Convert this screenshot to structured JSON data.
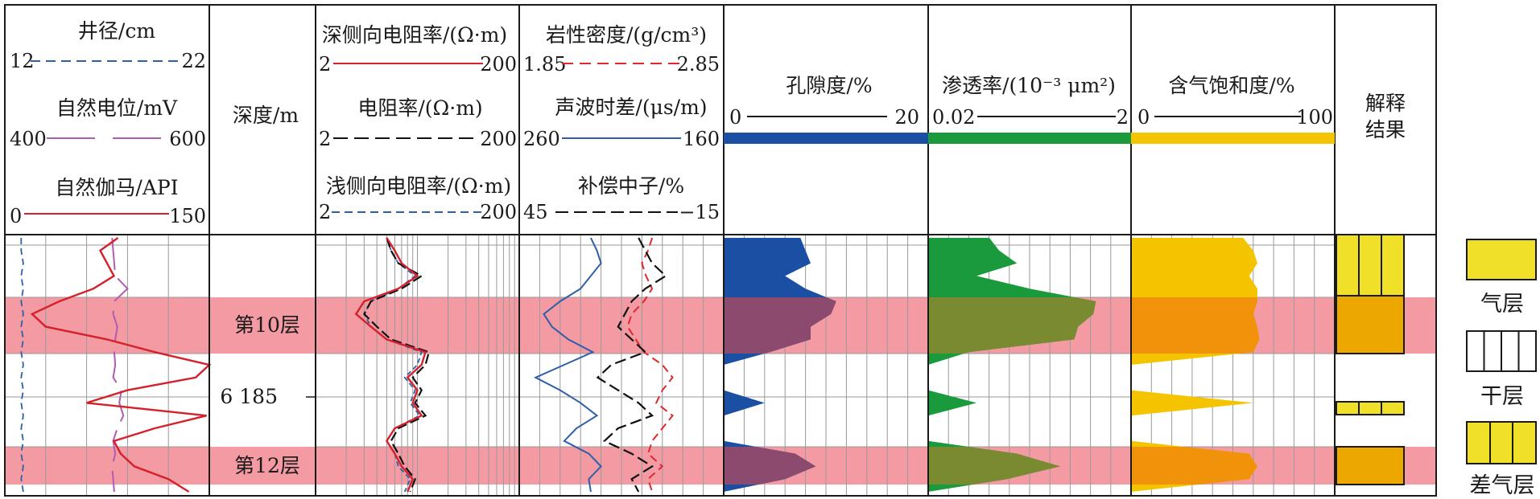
{
  "tracks": {
    "t1": {
      "curves": [
        {
          "name": "井径/cm",
          "min": "12",
          "max": "22",
          "color": "#2f5fa8",
          "dash": "dashed"
        },
        {
          "name": "自然电位/mV",
          "min": "400",
          "max": "600",
          "color": "#b05cb0",
          "dash": "long-dash"
        },
        {
          "name": "自然伽马/API",
          "min": "0",
          "max": "150",
          "color": "#d4212b",
          "dash": "solid"
        }
      ]
    },
    "depth": {
      "title": "深度/m",
      "marker_depth": "6 185"
    },
    "t3": {
      "curves": [
        {
          "name": "深侧向电阻率/(Ω·m)",
          "min": "2",
          "max": "200",
          "color": "#d4212b",
          "dash": "solid"
        },
        {
          "name": "电阻率/(Ω·m)",
          "min": "2",
          "max": "200",
          "color": "#111111",
          "dash": "long-dash"
        },
        {
          "name": "浅侧向电阻率/(Ω·m)",
          "min": "2",
          "max": "200",
          "color": "#2f5fa8",
          "dash": "dashed"
        }
      ]
    },
    "t4": {
      "curves": [
        {
          "name": "岩性密度/(g/cm³)",
          "min": "1.85",
          "max": "2.85",
          "color": "#e0282e",
          "dash": "dashed"
        },
        {
          "name": "声波时差/(μs/m)",
          "min": "260",
          "max": "160",
          "color": "#2f5fa8",
          "dash": "solid"
        },
        {
          "name": "补偿中子/%",
          "min": "45",
          "max": "−15",
          "color": "#111111",
          "dash": "long-dash"
        }
      ]
    },
    "t5": {
      "name": "孔隙度/%",
      "min": "0",
      "max": "20",
      "color": "#1a4fa3"
    },
    "t6": {
      "name": "渗透率/(10⁻³ μm²)",
      "min": "0.02",
      "max": "2",
      "color": "#1a9a3c"
    },
    "t7": {
      "name": "含气饱和度/%",
      "min": "0",
      "max": "100",
      "color": "#f5c400"
    },
    "t8": {
      "name": "解释结果"
    }
  },
  "layers": [
    {
      "label": "第10层"
    },
    {
      "label": "第12层"
    }
  ],
  "legend": [
    {
      "label": "气层"
    },
    {
      "label": "干层"
    },
    {
      "label": "差气层"
    }
  ],
  "colors": {
    "highlight": "#f39aa3",
    "gas_zone": "#f0e028",
    "gas_zone_overlay": "#eda800",
    "porosity_overlay": "#8b4a6e",
    "permeability_overlay": "#7a8a30",
    "saturation_overlay": "#f0920a"
  },
  "chart_data": {
    "type": "well-log",
    "depth_marker": 6185,
    "curves": {
      "井径/cm": {
        "range": [
          12,
          22
        ],
        "values": [
          12.8,
          12.8,
          12.9,
          12.8,
          12.9,
          12.8,
          12.9,
          12.8,
          12.9,
          12.8,
          12.9,
          12.8,
          12.9,
          12.8,
          12.9,
          12.8,
          12.9,
          12.8,
          12.9,
          12.8,
          12.9
        ]
      },
      "自然电位/mV": {
        "range": [
          400,
          600
        ],
        "values": [
          505,
          506,
          507,
          508,
          520,
          507,
          506,
          510,
          508,
          507,
          508,
          506,
          514,
          512,
          516,
          510,
          506,
          508,
          505,
          506,
          507
        ]
      },
      "自然伽马/API": {
        "range": [
          0,
          150
        ],
        "values": [
          83,
          70,
          75,
          80,
          65,
          40,
          20,
          30,
          75,
          110,
          150,
          140,
          90,
          60,
          148,
          110,
          80,
          85,
          95,
          120,
          135
        ]
      },
      "深侧向电阻率/(Ω·m)": {
        "range": [
          2,
          200
        ],
        "scale": "log",
        "values": [
          10,
          12,
          14,
          20,
          13,
          6,
          5,
          7,
          10,
          24,
          22,
          16,
          20,
          18,
          22,
          12,
          10,
          12,
          14,
          18,
          16
        ]
      },
      "电阻率/(Ω·m)": {
        "range": [
          2,
          200
        ],
        "scale": "log",
        "values": [
          10,
          11,
          13,
          22,
          14,
          7,
          6,
          8,
          11,
          26,
          24,
          18,
          22,
          19,
          24,
          13,
          11,
          13,
          15,
          19,
          17
        ]
      },
      "浅侧向电阻率/(Ω·m)": {
        "range": [
          2,
          200
        ],
        "scale": "log",
        "values": [
          10,
          11,
          13,
          19,
          13,
          7,
          6,
          7,
          10,
          22,
          20,
          15,
          19,
          17,
          21,
          12,
          10,
          12,
          13,
          17,
          15
        ]
      },
      "岩性密度/(g/cm³)": {
        "range": [
          1.85,
          2.85
        ],
        "values": [
          2.5,
          2.48,
          2.45,
          2.47,
          2.5,
          2.46,
          2.4,
          2.38,
          2.42,
          2.46,
          2.55,
          2.6,
          2.55,
          2.52,
          2.6,
          2.55,
          2.5,
          2.48,
          2.55,
          2.48,
          2.5
        ]
      },
      "声波时差/(μs/m)": {
        "range": [
          260,
          160
        ],
        "values": [
          225,
          222,
          220,
          225,
          230,
          240,
          248,
          244,
          236,
          224,
          238,
          252,
          240,
          230,
          222,
          232,
          238,
          226,
          220,
          226,
          225
        ]
      },
      "补偿中子/%": {
        "range": [
          45,
          -15
        ],
        "values": [
          10,
          8,
          6,
          2,
          8,
          12,
          14,
          16,
          12,
          8,
          18,
          22,
          16,
          10,
          6,
          16,
          20,
          12,
          6,
          12,
          10
        ]
      },
      "孔隙度/%": {
        "range": [
          0,
          20
        ],
        "values": [
          7.5,
          8,
          8.5,
          6,
          8,
          11,
          10.5,
          8.5,
          8.5,
          4.5,
          0,
          0,
          0,
          4,
          0,
          0,
          0,
          7,
          9,
          6,
          0
        ]
      },
      "渗透率/(10⁻³ μm²)": {
        "range": [
          0.02,
          2
        ],
        "values": [
          0.08,
          0.1,
          0.15,
          0.06,
          0.2,
          0.9,
          0.85,
          0.6,
          0.55,
          0.05,
          0,
          0,
          0,
          0.06,
          0,
          0,
          0,
          0.15,
          0.4,
          0.12,
          0
        ]
      },
      "含气饱和度/%": {
        "range": [
          0,
          100
        ],
        "values": [
          55,
          60,
          62,
          58,
          62,
          62,
          60,
          62,
          63,
          60,
          0,
          0,
          0,
          60,
          0,
          0,
          0,
          58,
          62,
          58,
          0
        ]
      }
    }
  }
}
